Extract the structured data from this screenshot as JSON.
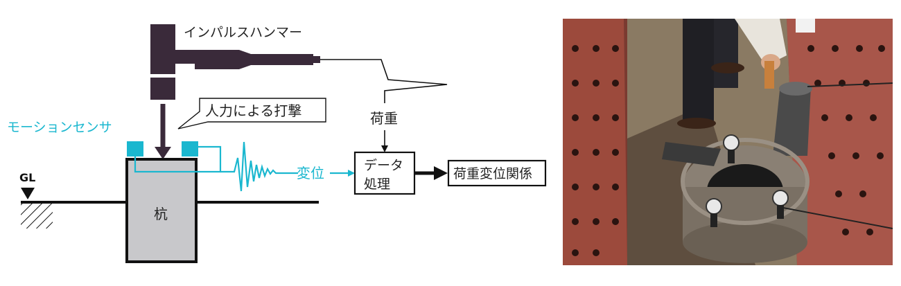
{
  "labels": {
    "hammer": "インパルスハンマー",
    "strike": "人力による打撃",
    "sensor": "モーションセンサ",
    "load": "荷重",
    "displacement": "変位",
    "data_processing_1": "データ",
    "data_processing_2": "処理",
    "result": "荷重変位関係",
    "ground": "GL",
    "pile": "杭"
  },
  "photo": {
    "description_icon": "field-test-photo"
  },
  "colors": {
    "hammer": "#3a2a3a",
    "sensor": "#1ab7cf",
    "pile_fill": "#c8c8cb",
    "line": "#111111"
  }
}
